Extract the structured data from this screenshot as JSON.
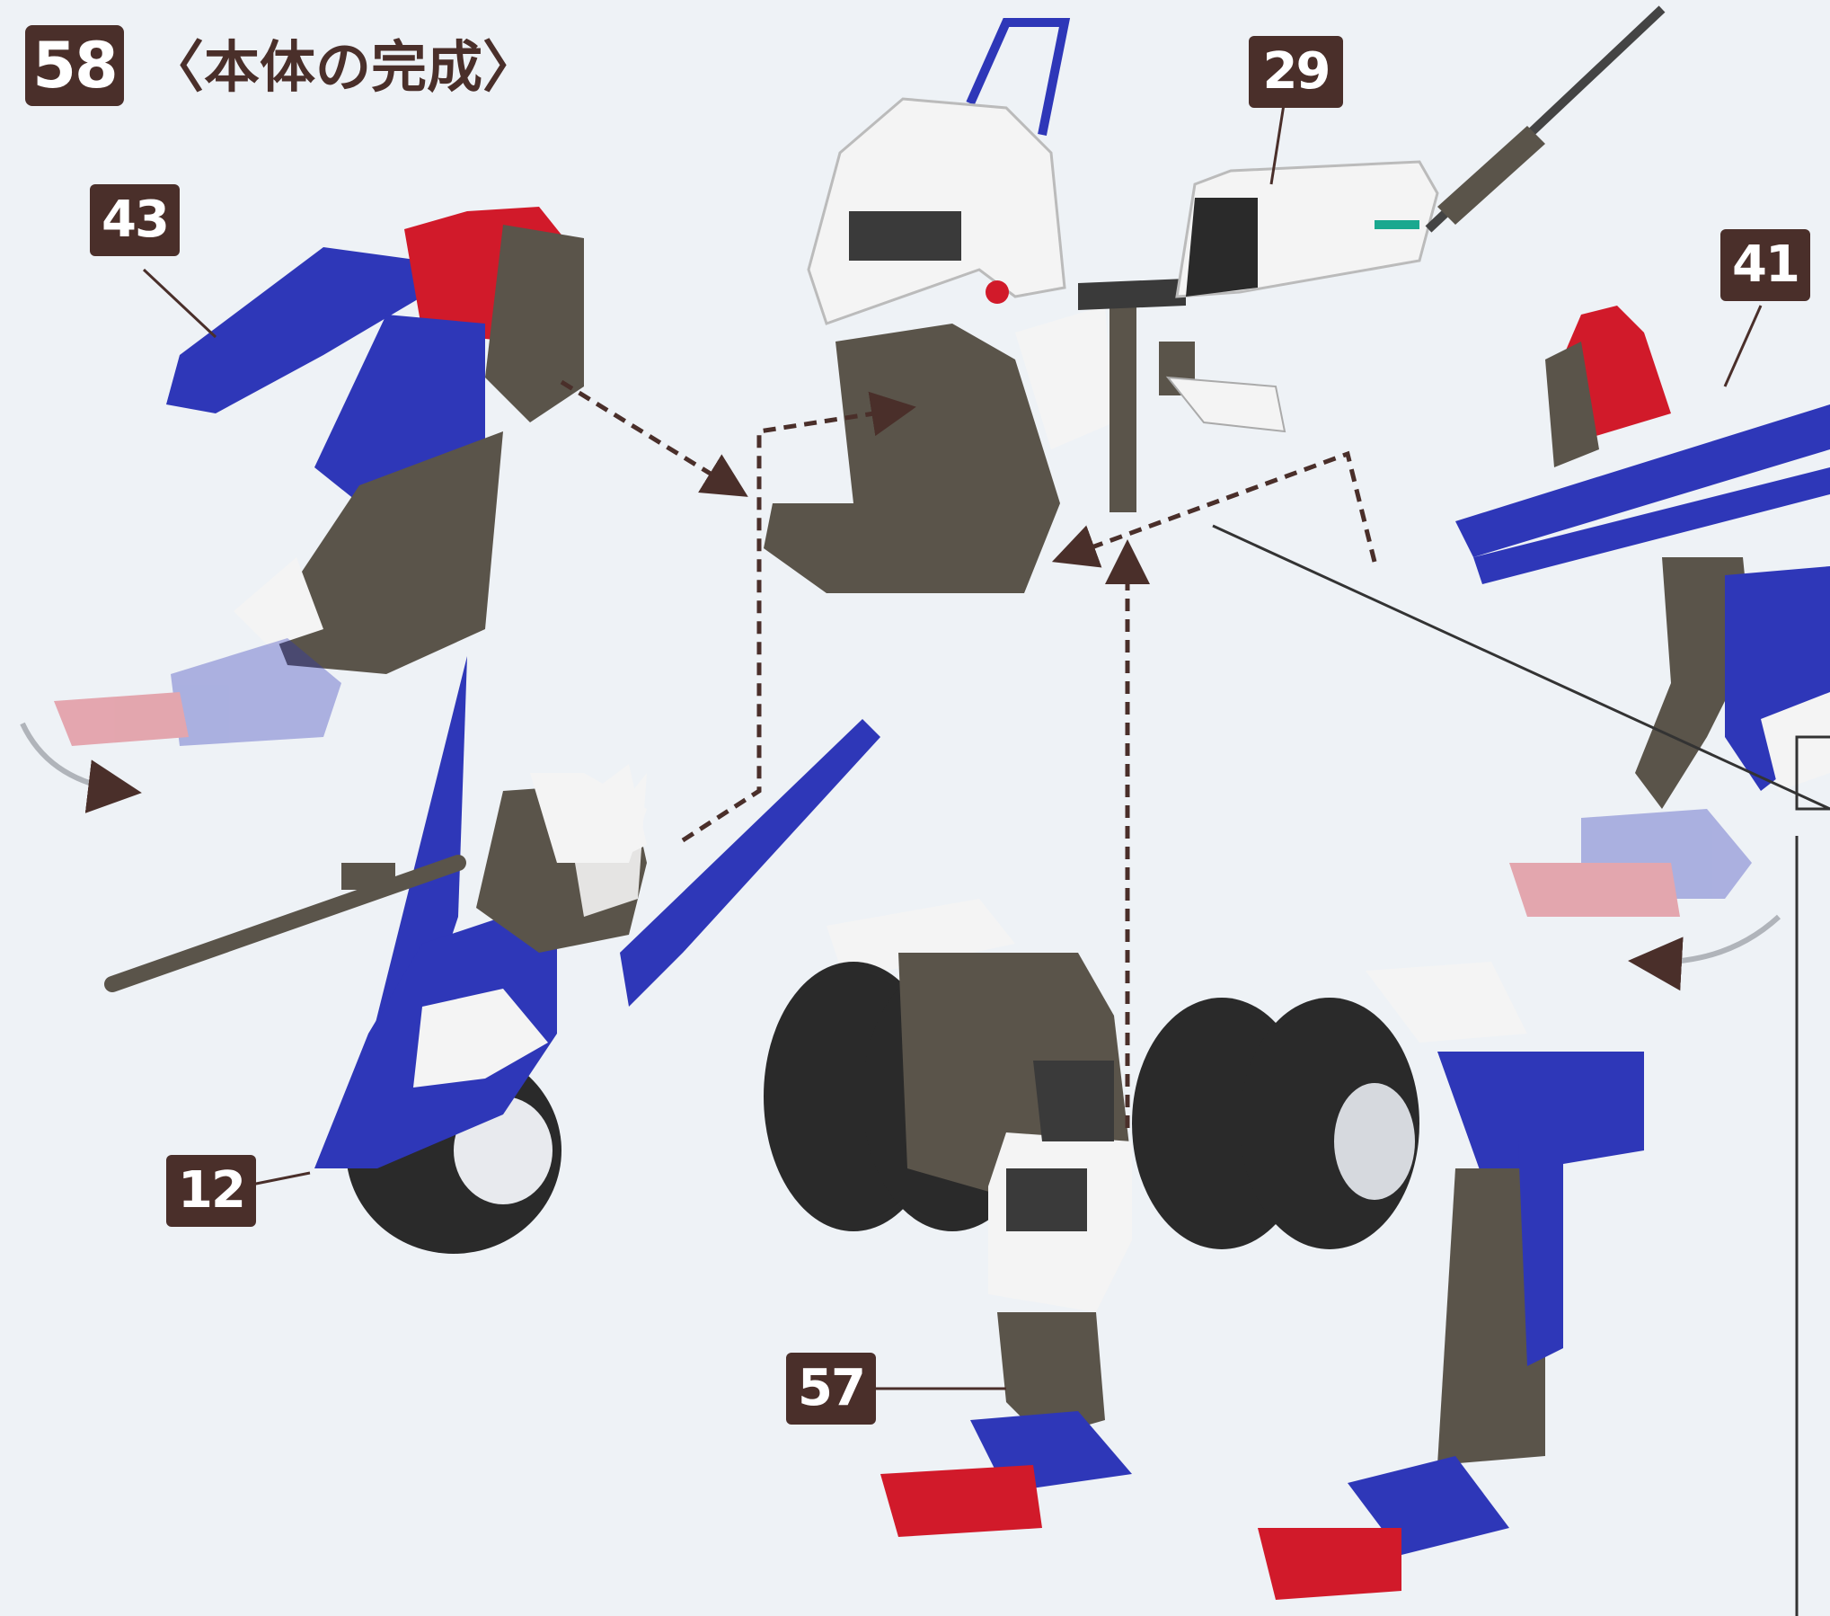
{
  "step": {
    "number": "58",
    "title": "〈本体の完成〉"
  },
  "parts": [
    {
      "id": "head",
      "label": "29"
    },
    {
      "id": "left_front_leg",
      "label": "43"
    },
    {
      "id": "right_front_leg",
      "label": "41"
    },
    {
      "id": "left_tail_unit",
      "label": "12"
    },
    {
      "id": "hind_body",
      "label": "57"
    }
  ],
  "colors": {
    "badge": "#4a2f2a",
    "blue_armor": "#2e37b8",
    "red_claw": "#d11a2a",
    "frame_gray": "#5a544a",
    "white_armor": "#f4f4f4",
    "tire": "#2a2a2a",
    "arrow": "#4a2f2a"
  }
}
